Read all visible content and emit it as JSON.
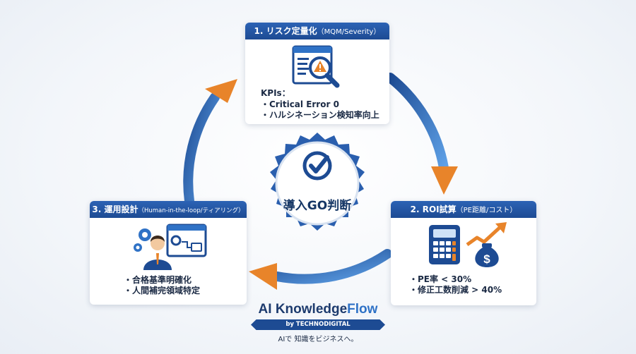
{
  "center": {
    "label": "導入GO判断"
  },
  "cards": {
    "risk": {
      "title": "1. リスク定量化",
      "subtitle": "（MQM/Severity）",
      "kpi_title": "KPIs：",
      "bullets": [
        "・Critical Error 0",
        "・ハルシネーション検知率向上"
      ]
    },
    "roi": {
      "title": "2. ROI試算",
      "subtitle": "（PE距離/コスト）",
      "bullets": [
        "・PE率 < 30%",
        "・修正工数削減 > 40%"
      ]
    },
    "ops": {
      "title": "3. 運用設計",
      "subtitle": "（Human-in-the-loop/ティアリング）",
      "bullets": [
        "・合格基準明確化",
        "・人間補完領域特定"
      ]
    }
  },
  "brand": {
    "name_main": "AI Knowledge",
    "name_accent": "Flow",
    "by_line": "by TECHNODIGITAL",
    "tagline": "AIで 知識をビジネスへ。"
  },
  "icons": [
    "document-warning-magnifier-icon",
    "calculator-icon",
    "money-bag-growth-icon",
    "person-gears-workflow-icon",
    "check-badge-icon"
  ],
  "colors": {
    "primary": "#1d4b93",
    "accent": "#2f72c6",
    "arrow_tip": "#e8842a"
  }
}
